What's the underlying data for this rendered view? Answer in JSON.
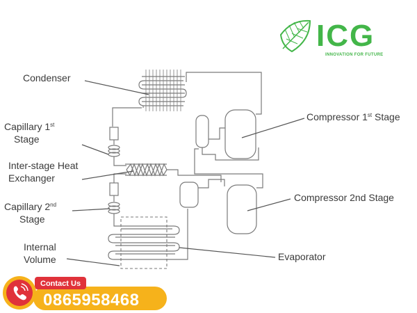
{
  "logo": {
    "brand": "ICG",
    "tagline": "INNOVATION FOR FUTURE",
    "icon": "leaf-icon",
    "color": "#43b649"
  },
  "diagram": {
    "labels": {
      "condenser": "Condenser",
      "capillary1_line1": "Capillary 1",
      "capillary1_sup": "st",
      "capillary1_line2": "Stage",
      "interstage_line1": "Inter-stage Heat",
      "interstage_line2": "Exchanger",
      "capillary2_line1": "Capillary 2",
      "capillary2_sup": "nd",
      "capillary2_line2": "Stage",
      "internal_line1": "Internal",
      "internal_line2": "Volume",
      "compressor1_a": "Compressor 1",
      "compressor1_sup": "st",
      "compressor1_b": " Stage",
      "compressor2": "Compressor 2nd Stage",
      "evaporator": "Evaporator"
    }
  },
  "contact": {
    "label": "Contact Us",
    "phone": "0865958468",
    "icon": "phone-icon",
    "accent": "#f6b21b",
    "badge_color": "#e0323a"
  }
}
